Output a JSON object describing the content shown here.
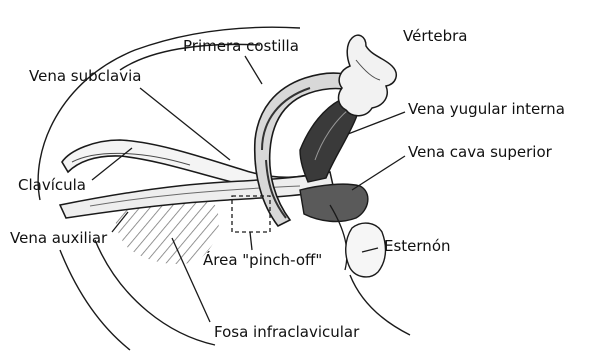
{
  "labels": {
    "primera_costilla": "Primera costilla",
    "vertebra": "Vértebra",
    "vena_subclavia": "Vena subclavia",
    "vena_yugular_interna": "Vena yugular interna",
    "vena_cava_superior": "Vena cava superior",
    "clavicula": "Clavícula",
    "vena_auxiliar": "Vena auxiliar",
    "area_pinch_off": "Área \"pinch-off\"",
    "esternon": "Esternón",
    "fosa_infraclavicular": "Fosa infraclavicular"
  },
  "colors": {
    "ink": "#1a1a1a",
    "shade": "#4a4a4a",
    "hatch": "#7a7a7a",
    "background": "#ffffff"
  }
}
